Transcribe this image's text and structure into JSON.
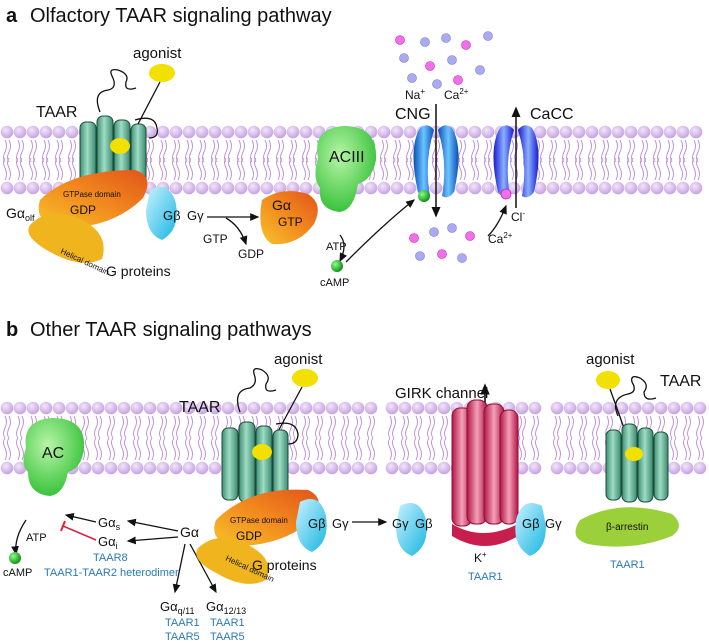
{
  "panel_a": {
    "letter": "a",
    "title": "Olfactory TAAR signaling pathway",
    "agonist": "agonist",
    "taar": "TAAR",
    "g_alpha_olf": "Gα",
    "g_alpha_olf_sub": "olf",
    "gtpase_domain": "GTPase domain",
    "gdp": "GDP",
    "helical_domain": "Helical domain",
    "g_beta": "Gβ",
    "g_gamma": "Gγ",
    "g_proteins": "G proteins",
    "gtp_in": "GTP",
    "gdp_out": "GDP",
    "g_alpha_active": "Gα",
    "g_alpha_gtp": "GTP",
    "aciii": "ACIII",
    "atp": "ATP",
    "camp": "cAMP",
    "na": "Na",
    "na_sup": "+",
    "ca_top": "Ca",
    "ca_top_sup": "2+",
    "cng": "CNG",
    "cacc": "CaCC",
    "cl": "Cl",
    "cl_sup": "-",
    "ca_bottom": "Ca",
    "ca_bottom_sup": "2+"
  },
  "panel_b": {
    "letter": "b",
    "title": "Other TAAR signaling pathways",
    "ac": "AC",
    "atp": "ATP",
    "camp": "cAMP",
    "g_alpha_s": "Gα",
    "g_alpha_s_sub": "s",
    "g_alpha_i": "Gα",
    "g_alpha_i_sub": "i",
    "taar8": "TAAR8",
    "heterodimer": "TAAR1-TAAR2 heterodimer",
    "g_alpha_center": "Gα",
    "g_alpha_q": "Gα",
    "g_alpha_q_sub": "q/11",
    "q_taar1": "TAAR1",
    "q_taar5": "TAAR5",
    "g_alpha_12": "Gα",
    "g_alpha_12_sub": "12/13",
    "t12_taar1": "TAAR1",
    "t12_taar5": "TAAR5",
    "agonist": "agonist",
    "taar": "TAAR",
    "gtpase_domain": "GTPase domain",
    "gdp": "GDP",
    "helical_domain": "Helical domain",
    "g_proteins": "G proteins",
    "g_beta": "Gβ",
    "g_gamma": "Gγ",
    "girk": "GIRK channel",
    "k": "K",
    "k_sup": "+",
    "girk_taar1": "TAAR1",
    "g_gamma2": "Gγ",
    "g_beta2": "Gβ",
    "g_beta3": "Gβ",
    "g_gamma3": "Gγ",
    "agonist2": "agonist",
    "taar2": "TAAR",
    "beta_arrestin": "β-arrestin",
    "arrestin_taar1": "TAAR1"
  },
  "colors": {
    "membrane": "#d9b8ec",
    "tail": "#b07cd0",
    "receptor": "#5fb89a",
    "agonist": "#f2e000",
    "g_alpha": "#f08a1e",
    "g_beta_gamma": "#3ec3e6",
    "ac": "#49cf4a",
    "channel_blue": "#1e78d8",
    "girk": "#d8285a",
    "label_blue": "#2a7ab8"
  }
}
